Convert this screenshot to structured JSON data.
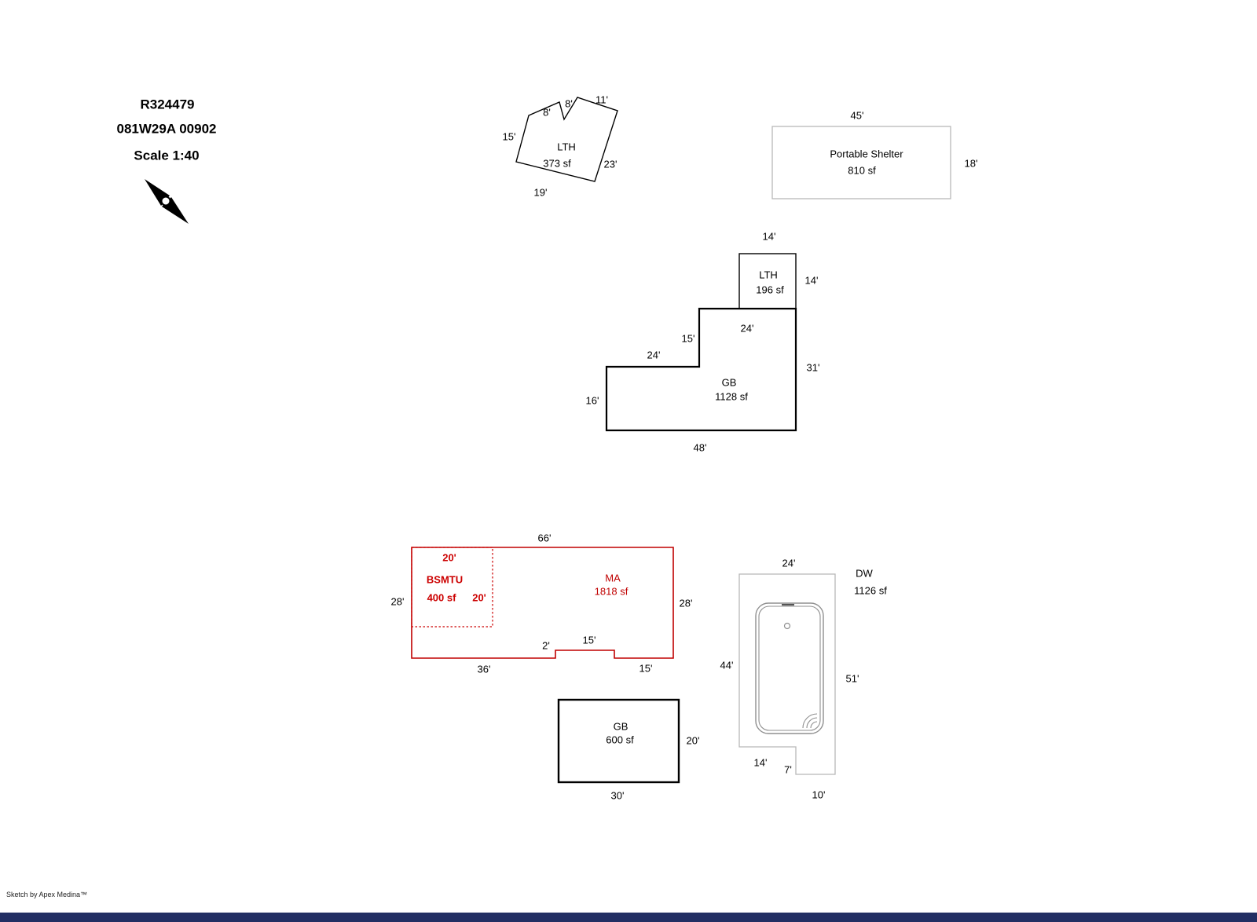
{
  "header": {
    "parcel_id": "R324479",
    "map_taxlot": "081W29A 00902",
    "scale": "Scale 1:40"
  },
  "buildings": {
    "lth1": {
      "label": "LTH",
      "area": "373 sf",
      "dims": {
        "a": "8'",
        "b": "8'",
        "c": "11'",
        "d": "15'",
        "e": "23'",
        "f": "19'"
      }
    },
    "shelter": {
      "label": "Portable Shelter",
      "area": "810 sf",
      "dims": {
        "top": "45'",
        "right": "18'"
      }
    },
    "lth2": {
      "label": "LTH",
      "area": "196 sf",
      "dims": {
        "top": "14'",
        "right": "14'"
      }
    },
    "gb1": {
      "label": "GB",
      "area": "1128 sf",
      "dims": {
        "top": "24'",
        "upper_left": "15'",
        "step": "24'",
        "right": "31'",
        "left": "16'",
        "bottom": "48'"
      }
    },
    "ma": {
      "label": "MA",
      "area": "1818 sf",
      "dims": {
        "top": "66'",
        "left": "28'",
        "right": "28'",
        "bottom_left": "36'",
        "notch": "2'",
        "notch_top": "15'",
        "bottom_right": "15'"
      }
    },
    "bsmtu": {
      "label": "BSMTU",
      "area": "400 sf",
      "dims": {
        "top": "20'",
        "right": "20'"
      }
    },
    "gb2": {
      "label": "GB",
      "area": "600 sf",
      "dims": {
        "right": "20'",
        "bottom": "30'"
      }
    },
    "dw": {
      "label": "DW",
      "area": "1126 sf",
      "dims": {
        "top": "24'",
        "left": "44'",
        "right": "51'",
        "inner_bottom": "14'",
        "step": "7'",
        "bottom": "10'"
      }
    }
  },
  "footer": {
    "credit": "Sketch by Apex Medina™",
    "bar_color": "#222e63",
    "bar_style": "background-color:#222e63"
  },
  "colors": {
    "outline": "#000000",
    "light_outline": "#b8b8b8",
    "red": "#c00000"
  }
}
